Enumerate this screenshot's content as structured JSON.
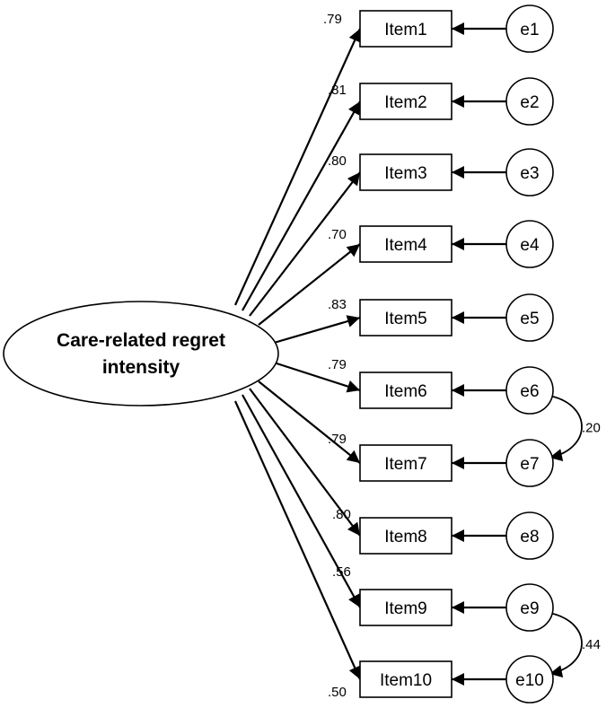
{
  "latent": {
    "line1": "Care-related regret",
    "line2": "intensity"
  },
  "indicators": [
    {
      "item": "Item1",
      "error": "e1",
      "loading": ".79"
    },
    {
      "item": "Item2",
      "error": "e2",
      "loading": ".81"
    },
    {
      "item": "Item3",
      "error": "e3",
      "loading": ".80"
    },
    {
      "item": "Item4",
      "error": "e4",
      "loading": ".70"
    },
    {
      "item": "Item5",
      "error": "e5",
      "loading": ".83"
    },
    {
      "item": "Item6",
      "error": "e6",
      "loading": ".79"
    },
    {
      "item": "Item7",
      "error": "e7",
      "loading": ".79"
    },
    {
      "item": "Item8",
      "error": "e8",
      "loading": ".80"
    },
    {
      "item": "Item9",
      "error": "e9",
      "loading": ".56"
    },
    {
      "item": "Item10",
      "error": "e10",
      "loading": ".50"
    }
  ],
  "covariances": [
    {
      "from": "e6",
      "to": "e7",
      "value": ".20"
    },
    {
      "from": "e9",
      "to": "e10",
      "value": ".44"
    }
  ]
}
